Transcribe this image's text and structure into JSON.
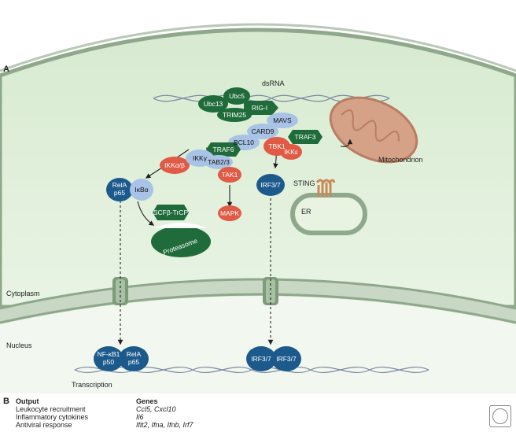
{
  "panels": {
    "a": "A",
    "b": "B"
  },
  "labels": {
    "dsrna": "dsRNA",
    "mitochondrion": "Mitochondrion",
    "sting": "STING",
    "er": "ER",
    "cytoplasm": "Cytoplasm",
    "nucleus": "Nucleus",
    "transcription": "Transcription"
  },
  "nodes": {
    "ubc5": "Ubc5",
    "ubc13": "Ubc13",
    "rigi": "RIG-I",
    "trim25": "TRIM25",
    "mavs": "MAVS",
    "card9": "CARD9",
    "bcl10": "BCL10",
    "traf3": "TRAF3",
    "traf6": "TRAF6",
    "tbk1": "TBK1",
    "ikke": "IKKε",
    "ikkab": "IKKα/β",
    "ikkg": "IKKγ",
    "tab23": "TAB2/3",
    "tak1": "TAK1",
    "rela_p65_1": "RelA",
    "rela_p65_2": "p65",
    "ikba": "IκBα",
    "scf": "SCFβ-TrCP",
    "proteasome": "Proteasome",
    "mapk": "MAPK",
    "irf37_cyto": "IRF3/7",
    "nfkb1": "NF-κB1",
    "p50": "p50",
    "rela_nuc_1": "RelA",
    "rela_nuc_2": "p65",
    "irf37_nuc_a": "IRF3/7",
    "irf37_nuc_b": "IRF3/7"
  },
  "table": {
    "header_output": "Output",
    "header_genes": "Genes",
    "rows": [
      {
        "output": "Leukocyte recruitment",
        "genes": "Ccl5, Cxcl10"
      },
      {
        "output": "Inflammatory cytokines",
        "genes": "Il6"
      },
      {
        "output": "Antiviral response",
        "genes": "Ifit2, Ifna, Ifnb, Irf7"
      }
    ]
  },
  "colors": {
    "dark_green": "#1f6b3a",
    "light_blue": "#a9c3e6",
    "red": "#e05a45",
    "dark_blue": "#1d5a8c",
    "cytoplasm_fill": "#e4f1dd",
    "membrane": "#9fb59c",
    "mitochondrion": "#d9a48a"
  },
  "logo": "cshperspectives-logo-icon"
}
